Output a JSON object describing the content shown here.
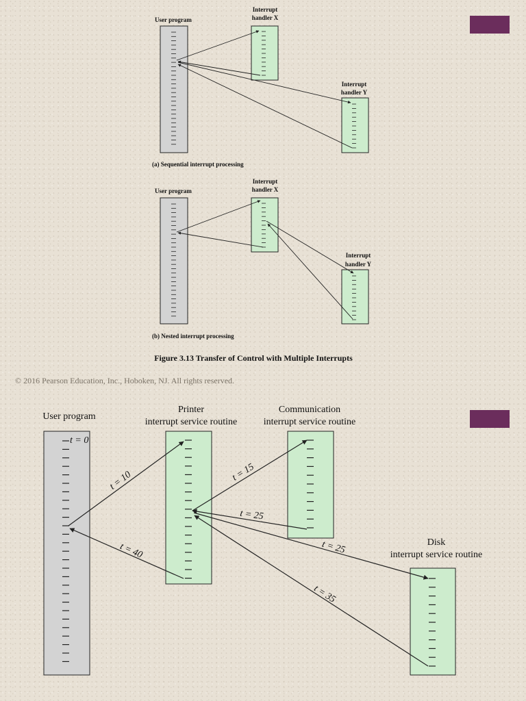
{
  "colors": {
    "accent": "#6b2d5c",
    "user_box": "#d3d3d3",
    "handler_box": "#cdeccd",
    "stroke": "#222222"
  },
  "figure_313": {
    "panel_a": {
      "user_program": "User program",
      "handler_x_line1": "Interrupt",
      "handler_x_line2": "handler X",
      "handler_y_line1": "Interrupt",
      "handler_y_line2": "handler Y",
      "caption": "(a) Sequential interrupt processing"
    },
    "panel_b": {
      "user_program": "User program",
      "handler_x_line1": "Interrupt",
      "handler_x_line2": "handler X",
      "handler_y_line1": "Interrupt",
      "handler_y_line2": "handler Y",
      "caption": "(b) Nested interrupt processing"
    },
    "figure_caption": "Figure 3.13  Transfer of Control with Multiple Interrupts"
  },
  "copyright": "© 2016 Pearson Education, Inc., Hoboken, NJ. All rights reserved.",
  "timing_diagram": {
    "user_program": "User program",
    "printer_line1": "Printer",
    "printer_line2": "interrupt service routine",
    "communication_line1": "Communication",
    "communication_line2": "interrupt service routine",
    "disk_line1": "Disk",
    "disk_line2": "interrupt service routine",
    "t0": "t = 0",
    "t10": "t = 10",
    "t15": "t = 15",
    "t25_a": "t = 25",
    "t25_b": "t = 25",
    "t35": "t = 35",
    "t40": "t = 40"
  }
}
